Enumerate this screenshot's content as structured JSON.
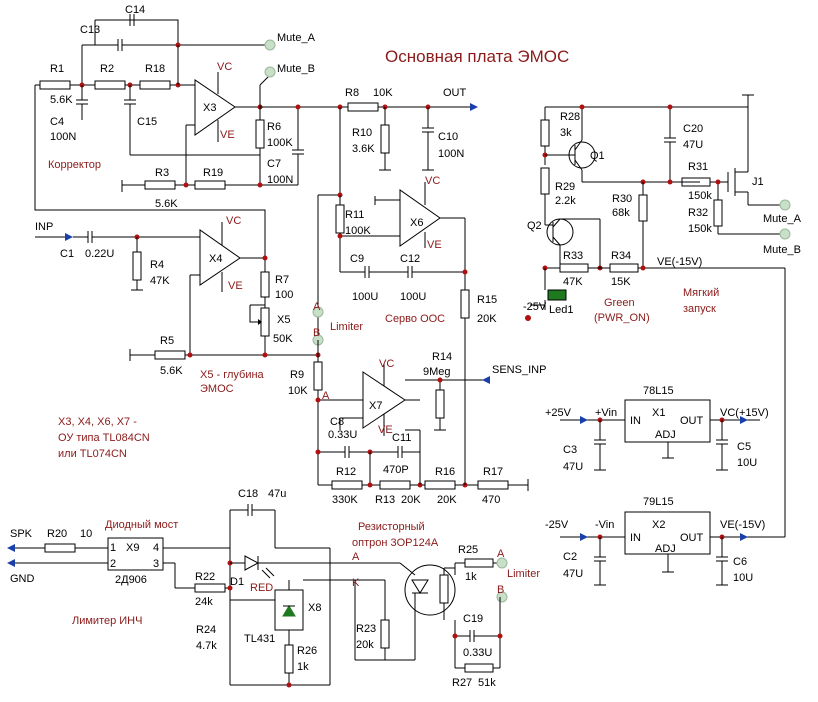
{
  "title": "Основная плата ЭМОС",
  "labels": {
    "c14": "C14",
    "c13": "C13",
    "mute_a": "Mute_A",
    "mute_b": "Mute_B",
    "r1": "R1",
    "r1_val": "5.6K",
    "r2": "R2",
    "r18": "R18",
    "c4": "C4",
    "c4_val": "100N",
    "c15": "C15",
    "corrector": "Корректор",
    "vc": "VC",
    "ve": "VE",
    "x3": "X3",
    "r6": "R6",
    "r6_val": "100K",
    "c7": "C7",
    "c7_val": "100N",
    "r3": "R3",
    "r3_val": "5.6K",
    "r19": "R19",
    "r8": "R8",
    "r8_val": "10K",
    "out": "OUT",
    "r10": "R10",
    "r10_val": "3.6K",
    "c10": "C10",
    "c10_val": "100N",
    "r11": "R11",
    "r11_val": "100K",
    "x6": "X6",
    "c9": "C9",
    "c9_val": "100U",
    "c12": "C12",
    "c12_val": "100U",
    "r15": "R15",
    "r15_val": "20K",
    "limiter": "Limiter",
    "servo": "Серво ООС",
    "a": "A",
    "b": "B",
    "k": "K",
    "inp": "INP",
    "c1": "C1",
    "c1_val": "0.22U",
    "r4": "R4",
    "r4_val": "47K",
    "x4": "X4",
    "r7": "R7",
    "r7_val": "100",
    "x5": "X5",
    "x5_val": "50K",
    "r5": "R5",
    "r5_val": "5.6K",
    "x5_depth_1": "X5 - глубина",
    "x5_depth_2": "ЭМОС",
    "r9": "R9",
    "r9_val": "10K",
    "x7": "X7",
    "r14": "R14",
    "r14_val": "9Meg",
    "sens_inp": "SENS_INP",
    "c8": "C8",
    "c8_val": "0.33U",
    "c11": "C11",
    "c11_val": "470P",
    "r12": "R12",
    "r12_val": "330K",
    "r13": "R13",
    "r13_val": "20K",
    "r16": "R16",
    "r16_val": "20K",
    "r17": "R17",
    "r17_val": "470",
    "opamp_note_1": "X3, X4, X6, X7 -",
    "opamp_note_2": "ОУ типа TL084CN",
    "opamp_note_3": "или TL074CN",
    "r28": "R28",
    "r28_val": "3k",
    "q1": "Q1",
    "r29": "R29",
    "r29_val": "2.2k",
    "q2": "Q2",
    "r33": "R33",
    "r33_val": "47K",
    "r34": "R34",
    "r34_val": "15K",
    "r30": "R30",
    "r30_val": "68k",
    "c20": "C20",
    "c20_val": "47U",
    "r31": "R31",
    "r31_val": "150k",
    "r32": "R32",
    "r32_val": "150k",
    "j1": "J1",
    "ve_minus_15": "VE(-15V)",
    "minus25v": "-25V",
    "led1": "Led1",
    "green": "Green",
    "pwr_on": "(PWR_ON)",
    "soft_start_1": "Мягкий",
    "soft_start_2": "запуск",
    "reg_78l15": "78L15",
    "reg_79l15": "79L15",
    "reg_in": "IN",
    "reg_out": "OUT",
    "reg_adj": "ADJ",
    "x1": "X1",
    "x2": "X2",
    "plus25v": "+25V",
    "plus_vin": "+Vin",
    "minus_vin": "-Vin",
    "vc_plus_15": "VC(+15V)",
    "c3": "C3",
    "c3_val": "47U",
    "c5": "C5",
    "c5_val": "10U",
    "c2": "C2",
    "c2_val": "47U",
    "c6": "C6",
    "c6_val": "10U",
    "spk": "SPK",
    "r20": "R20",
    "r20_val": "10",
    "gnd": "GND",
    "diode_bridge": "Диодный мост",
    "x9": "X9",
    "x9_val": "2Д906",
    "pin1": "1",
    "pin2": "2",
    "pin3": "3",
    "pin4": "4",
    "c18": "C18",
    "c18_val": "47u",
    "d1": "D1",
    "red": "RED",
    "r22": "R22",
    "r22_val": "24k",
    "r24": "R24",
    "r24_val": "4.7k",
    "tl431": "TL431",
    "x8": "X8",
    "r26": "R26",
    "r26_val": "1k",
    "limiter_inch": "Лимитер ИНЧ",
    "resistor_opto_1": "Резисторный",
    "resistor_opto_2": "оптрон 3ОР124А",
    "r23": "R23",
    "r23_val": "20k",
    "r25": "R25",
    "r25_val": "1k",
    "c19": "C19",
    "c19_val": "0.33U",
    "r27": "R27",
    "r27_val": "51k"
  }
}
